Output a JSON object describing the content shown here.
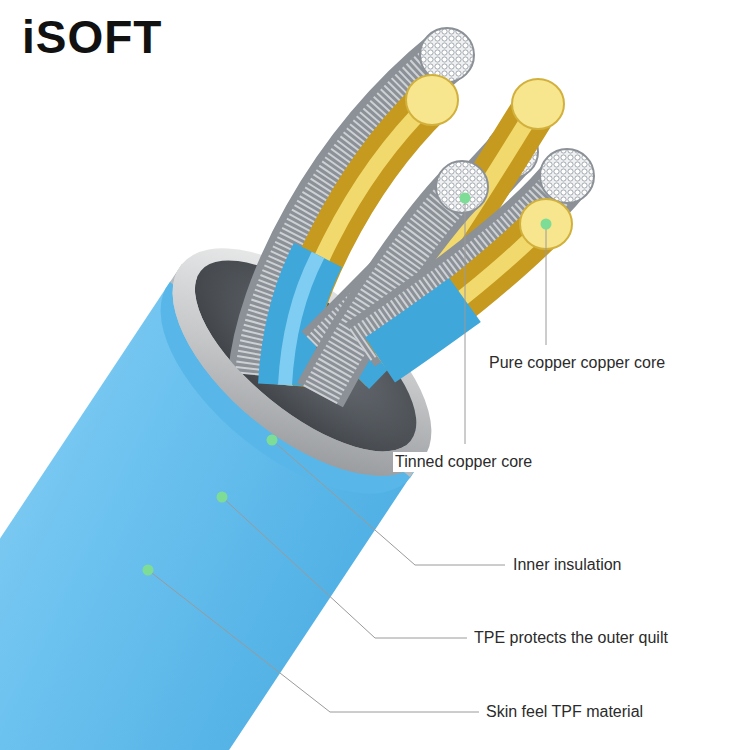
{
  "diagram": {
    "labels": [
      "iSOFT",
      "Pure copper copper core",
      "Tinned copper core",
      "Inner insulation",
      "TPE protects the outer quilt",
      "Skin feel TPF material"
    ]
  }
}
